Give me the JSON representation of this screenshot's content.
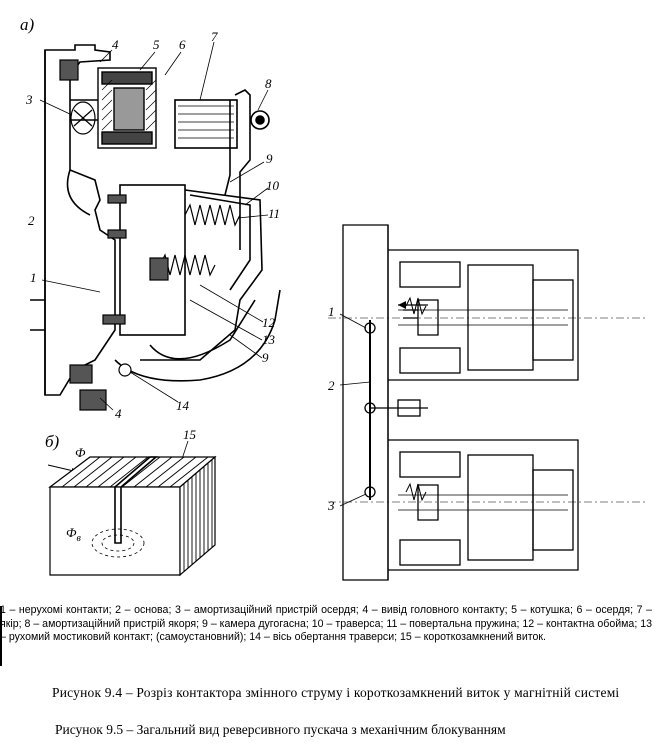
{
  "figure_a": {
    "panel_label": "а)",
    "callouts": [
      "1",
      "2",
      "3",
      "4",
      "4",
      "5",
      "6",
      "7",
      "8",
      "9",
      "9",
      "10",
      "11",
      "12",
      "13",
      "14"
    ]
  },
  "figure_b": {
    "panel_label": "б)",
    "flux_label": "Ф",
    "flux_sub_label": "Ф",
    "flux_sub_index": "в",
    "callout": "15"
  },
  "figure_95": {
    "callouts": [
      "1",
      "2",
      "3"
    ]
  },
  "legend": "1 – нерухомі контакти; 2 – основа; 3 – амортизаційний пристрій осердя; 4 – вивід головного контакту; 5 – котушка; 6 – осердя; 7 – якір; 8 – амортизаційний пристрій якоря; 9 – камера дугогасна; 10 – траверса; 11 – повертальна пружина; 12 – контактна обойма; 13 – рухомий мостиковий контакт; (самоустановний); 14 – вісь обертання траверси; 15 – короткозамкнений виток.",
  "captions": {
    "fig_9_4": "Рисунок 9.4 – Розріз контактора змінного струму і короткозамкнений виток у магнітній системі",
    "fig_9_5": "Рисунок 9.5 – Загальний вид реверсивного пускача з механічним блокуванням"
  }
}
